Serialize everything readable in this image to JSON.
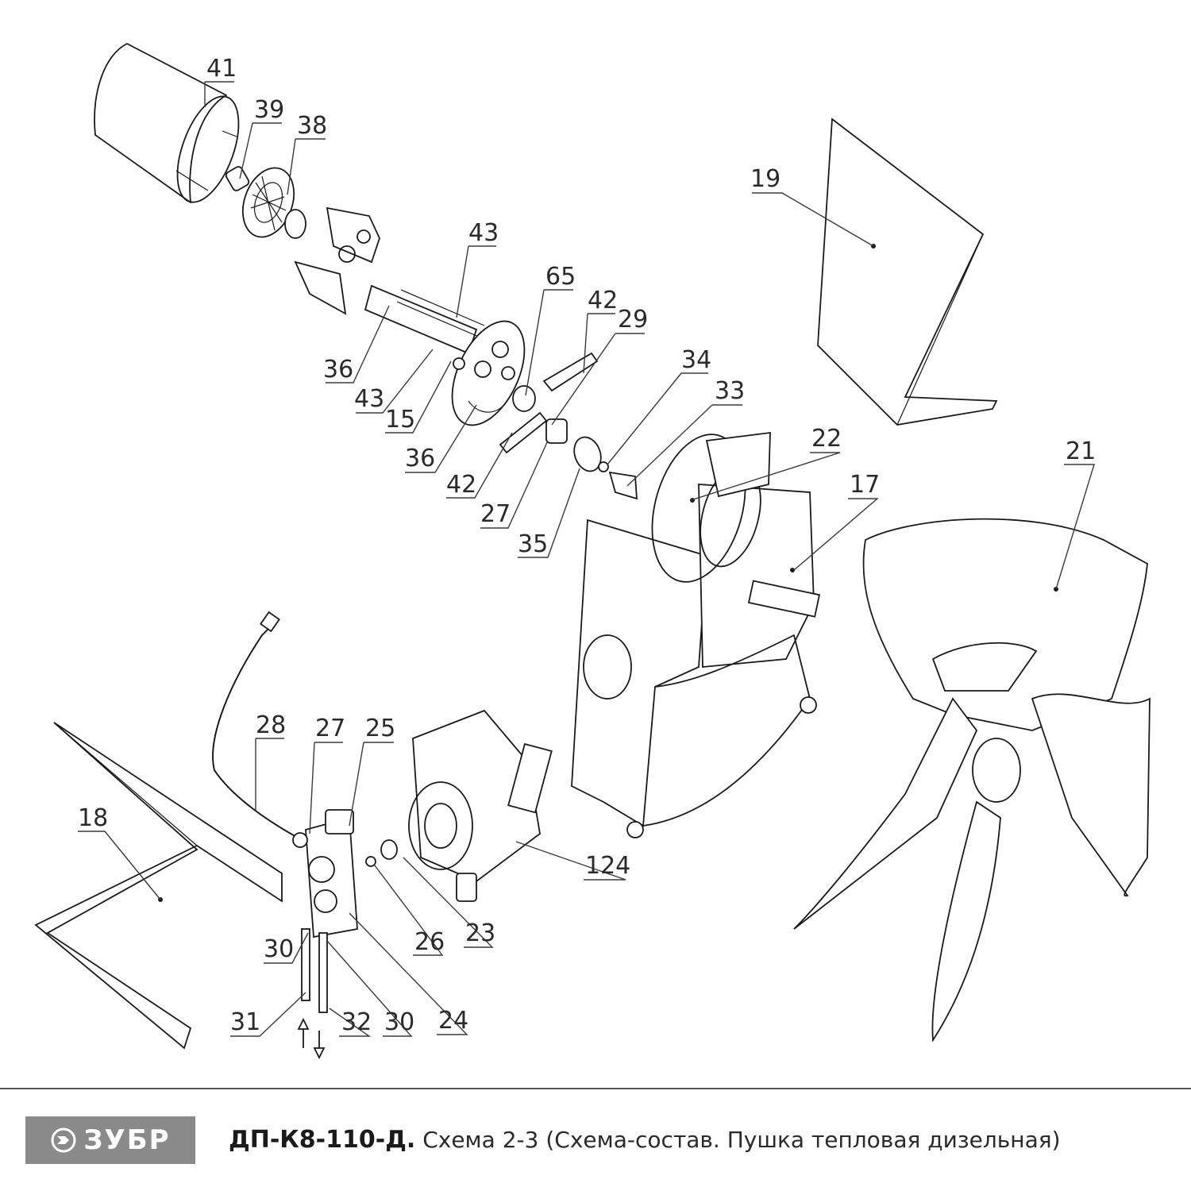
{
  "diagram": {
    "labels": {
      "p41": "41",
      "p39": "39",
      "p38": "38",
      "p43a": "43",
      "p65": "65",
      "p42a": "42",
      "p29": "29",
      "p19": "19",
      "p34": "34",
      "p33": "33",
      "p36a": "36",
      "p43b": "43",
      "p15": "15",
      "p36b": "36",
      "p42b": "42",
      "p27a": "27",
      "p35": "35",
      "p22": "22",
      "p17": "17",
      "p21": "21",
      "p28": "28",
      "p27b": "27",
      "p25": "25",
      "p18": "18",
      "p124": "124",
      "p30a": "30",
      "p26": "26",
      "p23": "23",
      "p31": "31",
      "p32": "32",
      "p30b": "30",
      "p24": "24"
    }
  },
  "footer": {
    "brand": "ЗУБР",
    "model": "ДП-К8-110-Д.",
    "description": " Схема 2-3 (Схема-состав. Пушка тепловая дизельная)"
  }
}
